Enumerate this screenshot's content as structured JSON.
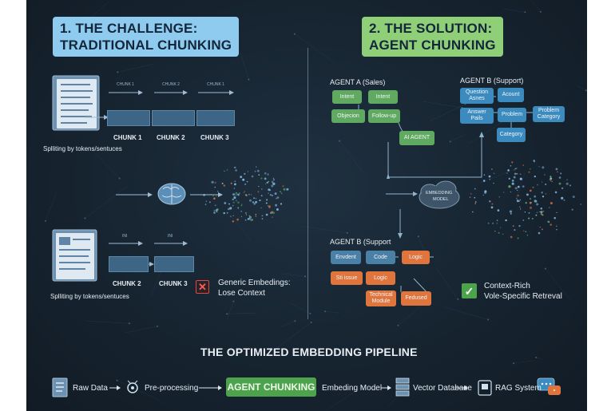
{
  "challenge": {
    "title_line1": "1. THE CHALLENGE:",
    "title_line2": "TRADITIONAL CHUNKING",
    "top_mini_labels": [
      "CHUNK 1",
      "CHUNK 2",
      "CHUNK 1"
    ],
    "top_chunks": [
      "CHUNK 1",
      "CHUNK 2",
      "CHUNK 3"
    ],
    "top_caption": "Splliting by tokens/sentuces",
    "bottom_mini_labels": [
      "INI",
      "INI"
    ],
    "bottom_chunks": [
      "CHUNK 2",
      "CHUNK 3"
    ],
    "bottom_caption": "Splliting by tokens/sentuces",
    "result_line1": "Generic Embedings:",
    "result_line2": "Lose Context"
  },
  "solution": {
    "title_line1": "2. THE SOLUTION:",
    "title_line2": "AGENT CHUNKING",
    "agent_a": {
      "label": "AGENT A (Sales)",
      "nodes": [
        "Intent",
        "Intent",
        "Objecion",
        "Follow-up"
      ]
    },
    "agent_b_top": {
      "label": "AGENT B (Support)",
      "nodes": [
        "Question Asnes",
        "Acount",
        "Answer Pails",
        "Problem",
        "Problem Category",
        "Category"
      ]
    },
    "ai_agent": "AI AGENT",
    "model_line1": "EMBEDDING",
    "model_line2": "MODEL",
    "agent_b_bottom": {
      "label": "AGENT B (Support",
      "nodes": [
        "Envdent",
        "Code",
        "Logic",
        "Sti issue",
        "Logic",
        "Technical Module",
        "Fedused"
      ]
    },
    "result_line1": "Context-Rich",
    "result_line2": "Vole-Specific Retreval"
  },
  "pipeline": {
    "title": "THE OPTIMIZED EMBEDDING PIPELINE",
    "steps": [
      "Raw Data",
      "Pre-processing",
      "AGENT CHUNKING",
      "Embeding Model",
      "Vector Database",
      "RAG System"
    ]
  },
  "colors": {
    "background": "#16232f",
    "challenge_header": "#8ecbef",
    "solution_header": "#8fcf78",
    "green_node": "#5fa960",
    "blue_node": "#3b8bbf",
    "orange_node": "#e0743d",
    "chunk_bar": "#3d6585",
    "cross_red": "#e04848",
    "check_green": "#4da24c"
  }
}
